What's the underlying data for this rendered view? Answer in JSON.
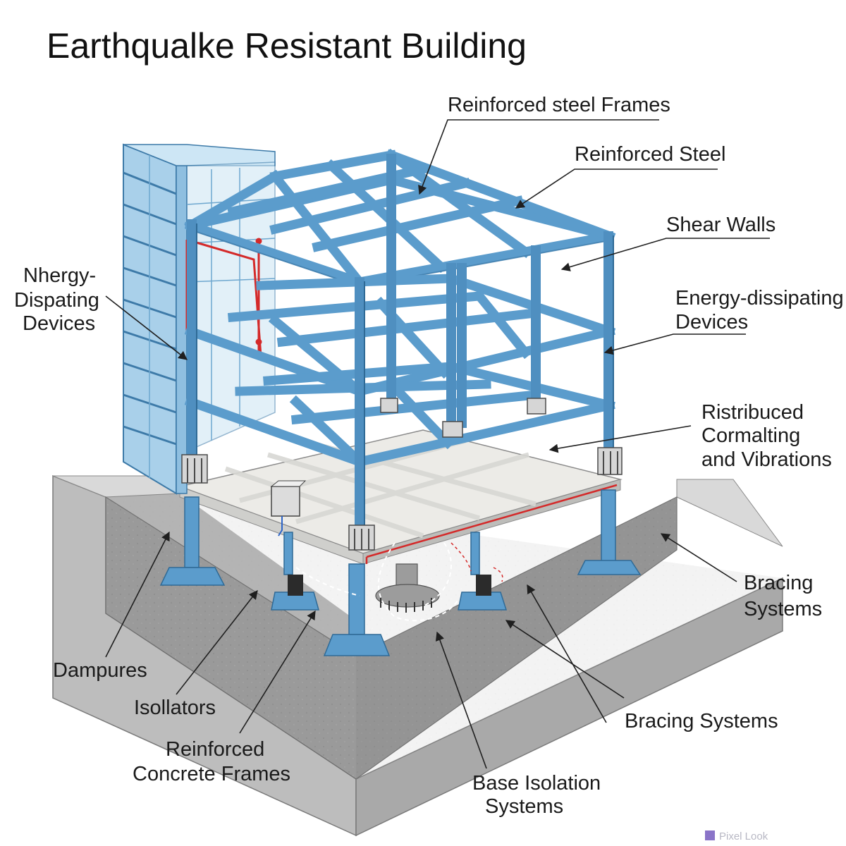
{
  "title": "Earthqualke Resistant Building",
  "labels": {
    "reinforced_steel_frames": "Reinforced steel Frames",
    "reinforced_steel": "Reinforced Steel",
    "shear_walls": "Shear Walls",
    "energy_dissipating_devices": [
      "Energy-dissipating",
      "Devices"
    ],
    "ristribuced": [
      "Ristribuced",
      "Cormalting",
      "and Vibrations"
    ],
    "bracing_systems_right": [
      "Bracing",
      "Systems"
    ],
    "nhergy": [
      "Nhergy-",
      "Dispating",
      "Devices"
    ],
    "dampures": "Dampures",
    "isolators": "Isollators",
    "reinforced_concrete_frames": [
      "Reinforced",
      "Concrete Frames"
    ],
    "base_isolation_systems": [
      "Base Isolation",
      "Systems"
    ],
    "bracing_systems_bottom": "Bracing Systems"
  },
  "watermark": "Pixel Look",
  "colors": {
    "steel": "#5b9ccc",
    "steel_dark": "#3d7aa8",
    "glass": "#b9dbef",
    "concrete": "#c9c9c9",
    "pit": "#8d8d8d",
    "slab": "#ececea",
    "red_marker": "#d42a2a"
  }
}
